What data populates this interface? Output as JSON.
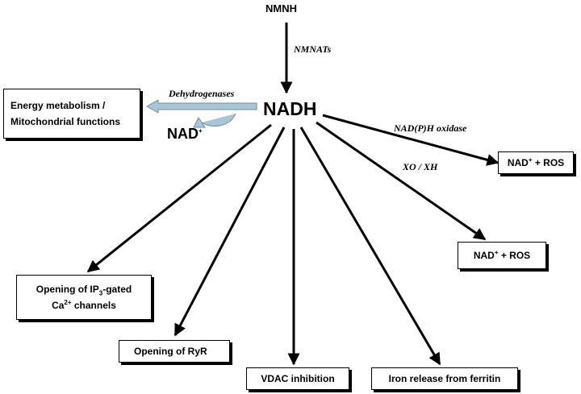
{
  "top_molecule": "NMNH",
  "enzyme_nmnats": "NMNATs",
  "center_molecule": "NADH",
  "dehydrogenases_label": "Dehydrogenases",
  "nad_plus": {
    "base": "NAD",
    "sup": "+"
  },
  "nadph_oxidase_label": "NAD(P)H oxidase",
  "xo_xh_label": "XO / XH",
  "boxes": {
    "energy": {
      "line1": "Energy metabolism /",
      "line2": "Mitochondrial functions"
    },
    "ros1": {
      "base": "NAD",
      "sup": "+",
      "rest": " + ROS"
    },
    "ros2": {
      "base": "NAD",
      "sup": "+",
      "rest": " + ROS"
    },
    "ip3": {
      "l1a": "Opening of IP",
      "l1sub": "3",
      "l1b": "-gated",
      "l2a": "Ca",
      "l2sup": "2+",
      "l2b": " channels"
    },
    "ryr": {
      "text": "Opening of RyR"
    },
    "vdac": {
      "text": "VDAC inhibition"
    },
    "iron": {
      "text": "Iron release from ferritin"
    }
  },
  "colors": {
    "arrow": "#000000",
    "dehydrogenase_arrow": "#a9c6d6"
  }
}
